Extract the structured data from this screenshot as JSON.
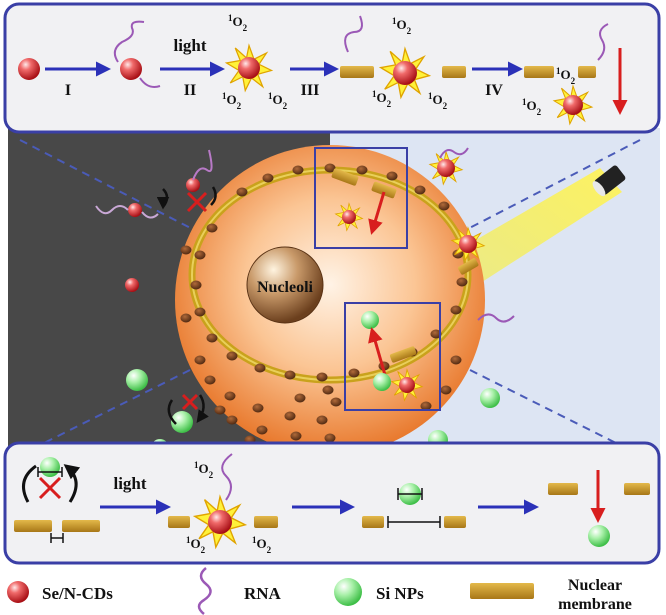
{
  "top_panel": {
    "light_label": "light",
    "steps": [
      "I",
      "II",
      "III",
      "IV"
    ],
    "singlet_oxygen": "O",
    "singlet_sup": "1",
    "singlet_sub": "2"
  },
  "middle": {
    "nucleoli_label": "Nucleoli"
  },
  "bottom_panel": {
    "light_label": "light"
  },
  "legend": {
    "se_cds": "Se/N-CDs",
    "rna": "RNA",
    "si_nps": "Si NPs",
    "membrane_line1": "Nuclear",
    "membrane_line2": "membrane"
  },
  "colors": {
    "panel_border": "#3a3fa6",
    "arrow_blue": "#2b31b8",
    "arrow_red": "#d81e1e",
    "membrane": "#c79a2a",
    "rna": "#9b59b6",
    "sphere_orange": "#ee8a3a",
    "dark_bg": "#4a4a4a",
    "light_bg": "#dfe6f3"
  },
  "icons": [
    "se-n-cd-particle",
    "si-np-particle",
    "singlet-oxygen-burst",
    "flashlight-icon",
    "blocked-pass-icon"
  ]
}
